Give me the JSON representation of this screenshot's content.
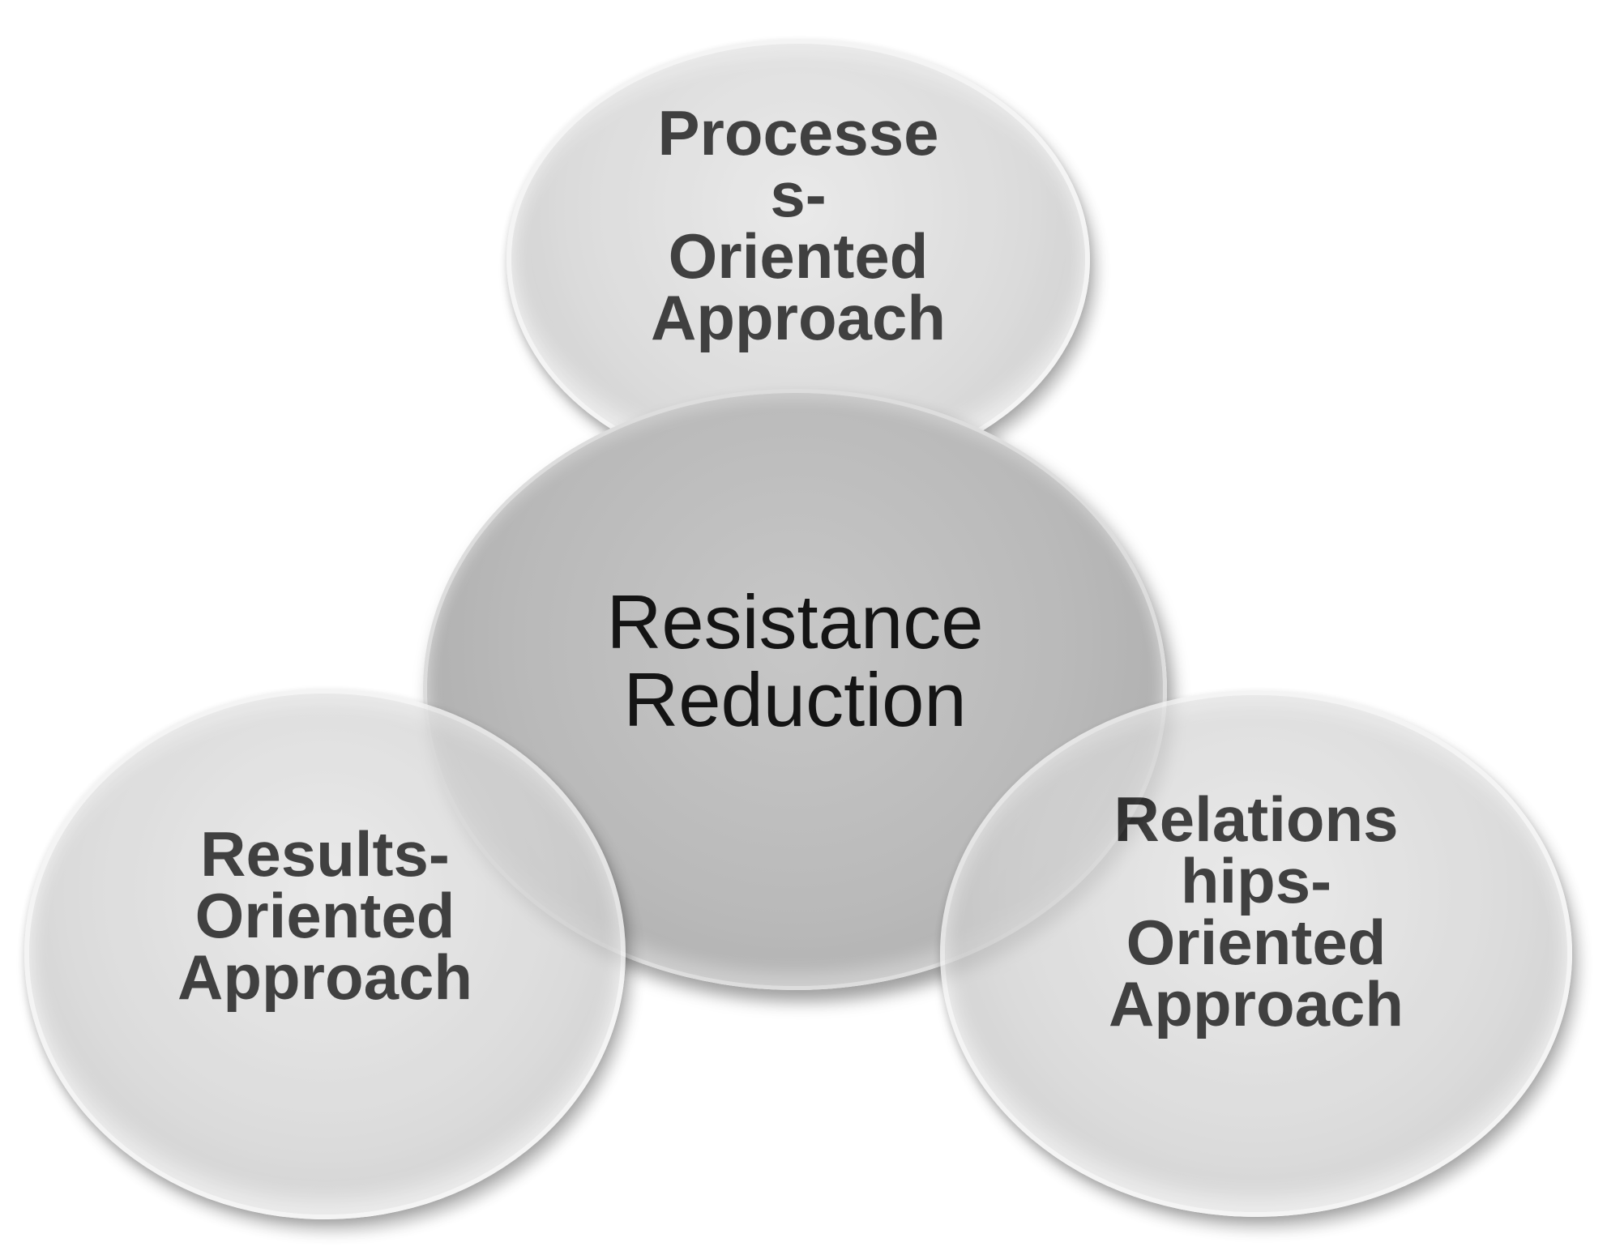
{
  "diagram": {
    "center": {
      "lines": [
        "Resistance",
        "Reduction"
      ]
    },
    "top": {
      "lines": [
        "Processe",
        "s-",
        "Oriented",
        "Approach"
      ]
    },
    "left": {
      "lines": [
        "Results-",
        "Oriented",
        "Approach"
      ]
    },
    "right": {
      "lines": [
        "Relations",
        "hips-",
        "Oriented",
        "Approach"
      ]
    }
  }
}
